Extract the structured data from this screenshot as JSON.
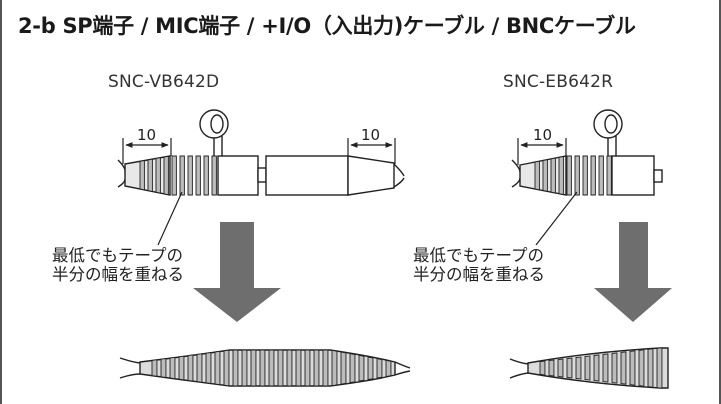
{
  "title": "2-b SP端子 / MIC端子 / +I/O（入出力)ケーブル / BNCケーブル",
  "left": {
    "model": "SNC-VB642D",
    "dim_left": "10",
    "dim_right": "10",
    "note_line1": "最低でもテープの",
    "note_line2": "半分の幅を重ねる"
  },
  "right": {
    "model": "SNC-EB642R",
    "dim_left": "10",
    "note_line1": "最低でもテープの",
    "note_line2": "半分の幅を重ねる"
  },
  "colors": {
    "arrow": "#6e6e6e",
    "tape": "#bcbcbc",
    "line": "#222222"
  }
}
